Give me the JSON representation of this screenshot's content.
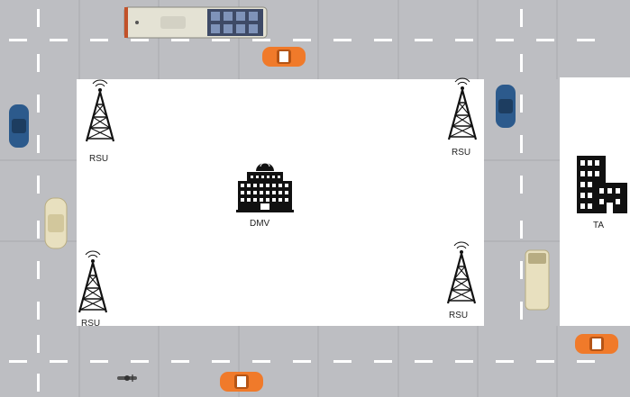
{
  "colors": {
    "road": "#bdbec2",
    "lane_marking": "#ffffff",
    "block": "#ffffff",
    "icon": "#111111"
  },
  "labels": {
    "rsu_top_left": "RSU",
    "rsu_top_right": "RSU",
    "rsu_bottom_left": "RSU",
    "rsu_bottom_right": "RSU",
    "dmv": "DMV",
    "ta": "TA"
  },
  "vehicles": [
    {
      "kind": "bus",
      "color": "#e4e2d4"
    },
    {
      "kind": "car",
      "color": "#f07a2a"
    },
    {
      "kind": "car",
      "color": "#2c5a8c"
    },
    {
      "kind": "car",
      "color": "#2c5a8c"
    },
    {
      "kind": "car",
      "color": "#e8e0bf"
    },
    {
      "kind": "van",
      "color": "#e8e0bf"
    },
    {
      "kind": "car",
      "color": "#f07a2a"
    },
    {
      "kind": "car",
      "color": "#f07a2a"
    },
    {
      "kind": "motorcycle",
      "color": "#555555"
    }
  ]
}
